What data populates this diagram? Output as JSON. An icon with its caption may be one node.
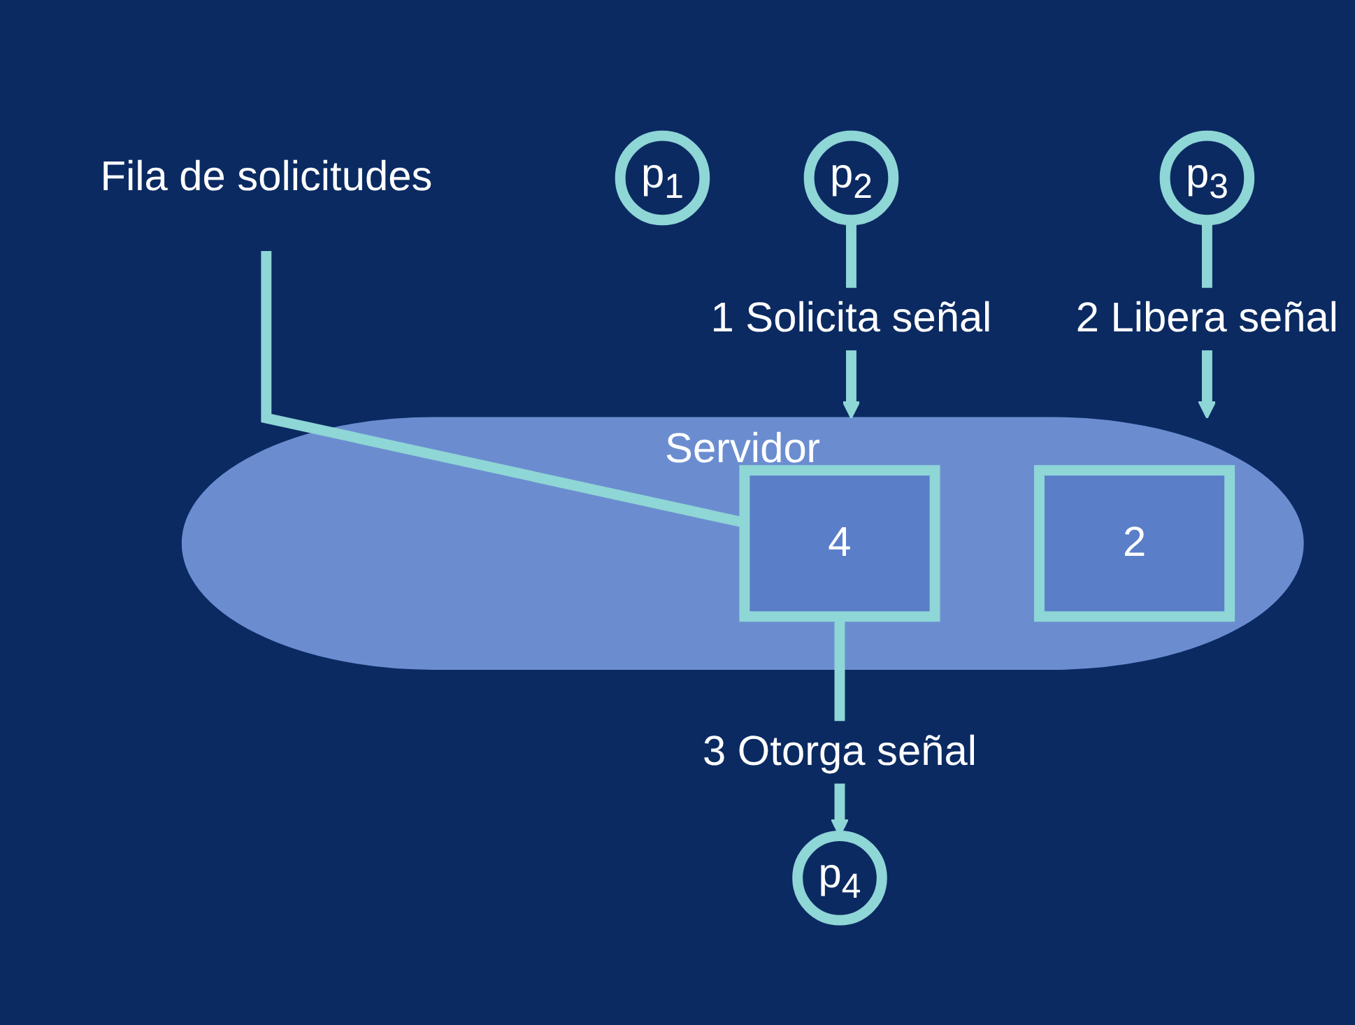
{
  "diagram": {
    "nodes": [
      {
        "text": [
          "Servidor"
        ]
      },
      {
        "text": [
          "Fila de solicitudes"
        ]
      },
      {
        "text": [
          "4"
        ],
        "in": 0
      },
      {
        "text": [
          "2"
        ],
        "in": 0
      },
      {
        "text": [
          "p$_{1}$"
        ]
      },
      {
        "text": [
          "p$_{4}$"
        ]
      },
      {
        "text": [
          "p$_{2}$"
        ]
      },
      {
        "text": [
          "p$_{3}$"
        ]
      }
    ],
    "edges": [
      {
        "from": 1,
        "to": 2,
        "arrow": "none"
      },
      {
        "from": 2,
        "to": 5,
        "arrow": "to",
        "label": "3 Otorga señal"
      },
      {
        "from": 6,
        "to": 0,
        "arrow": "to",
        "label": "1 Solicita señal"
      },
      {
        "from": 7,
        "to": 0,
        "arrow": "to",
        "label": "2 Libera señal"
      }
    ]
  }
}
